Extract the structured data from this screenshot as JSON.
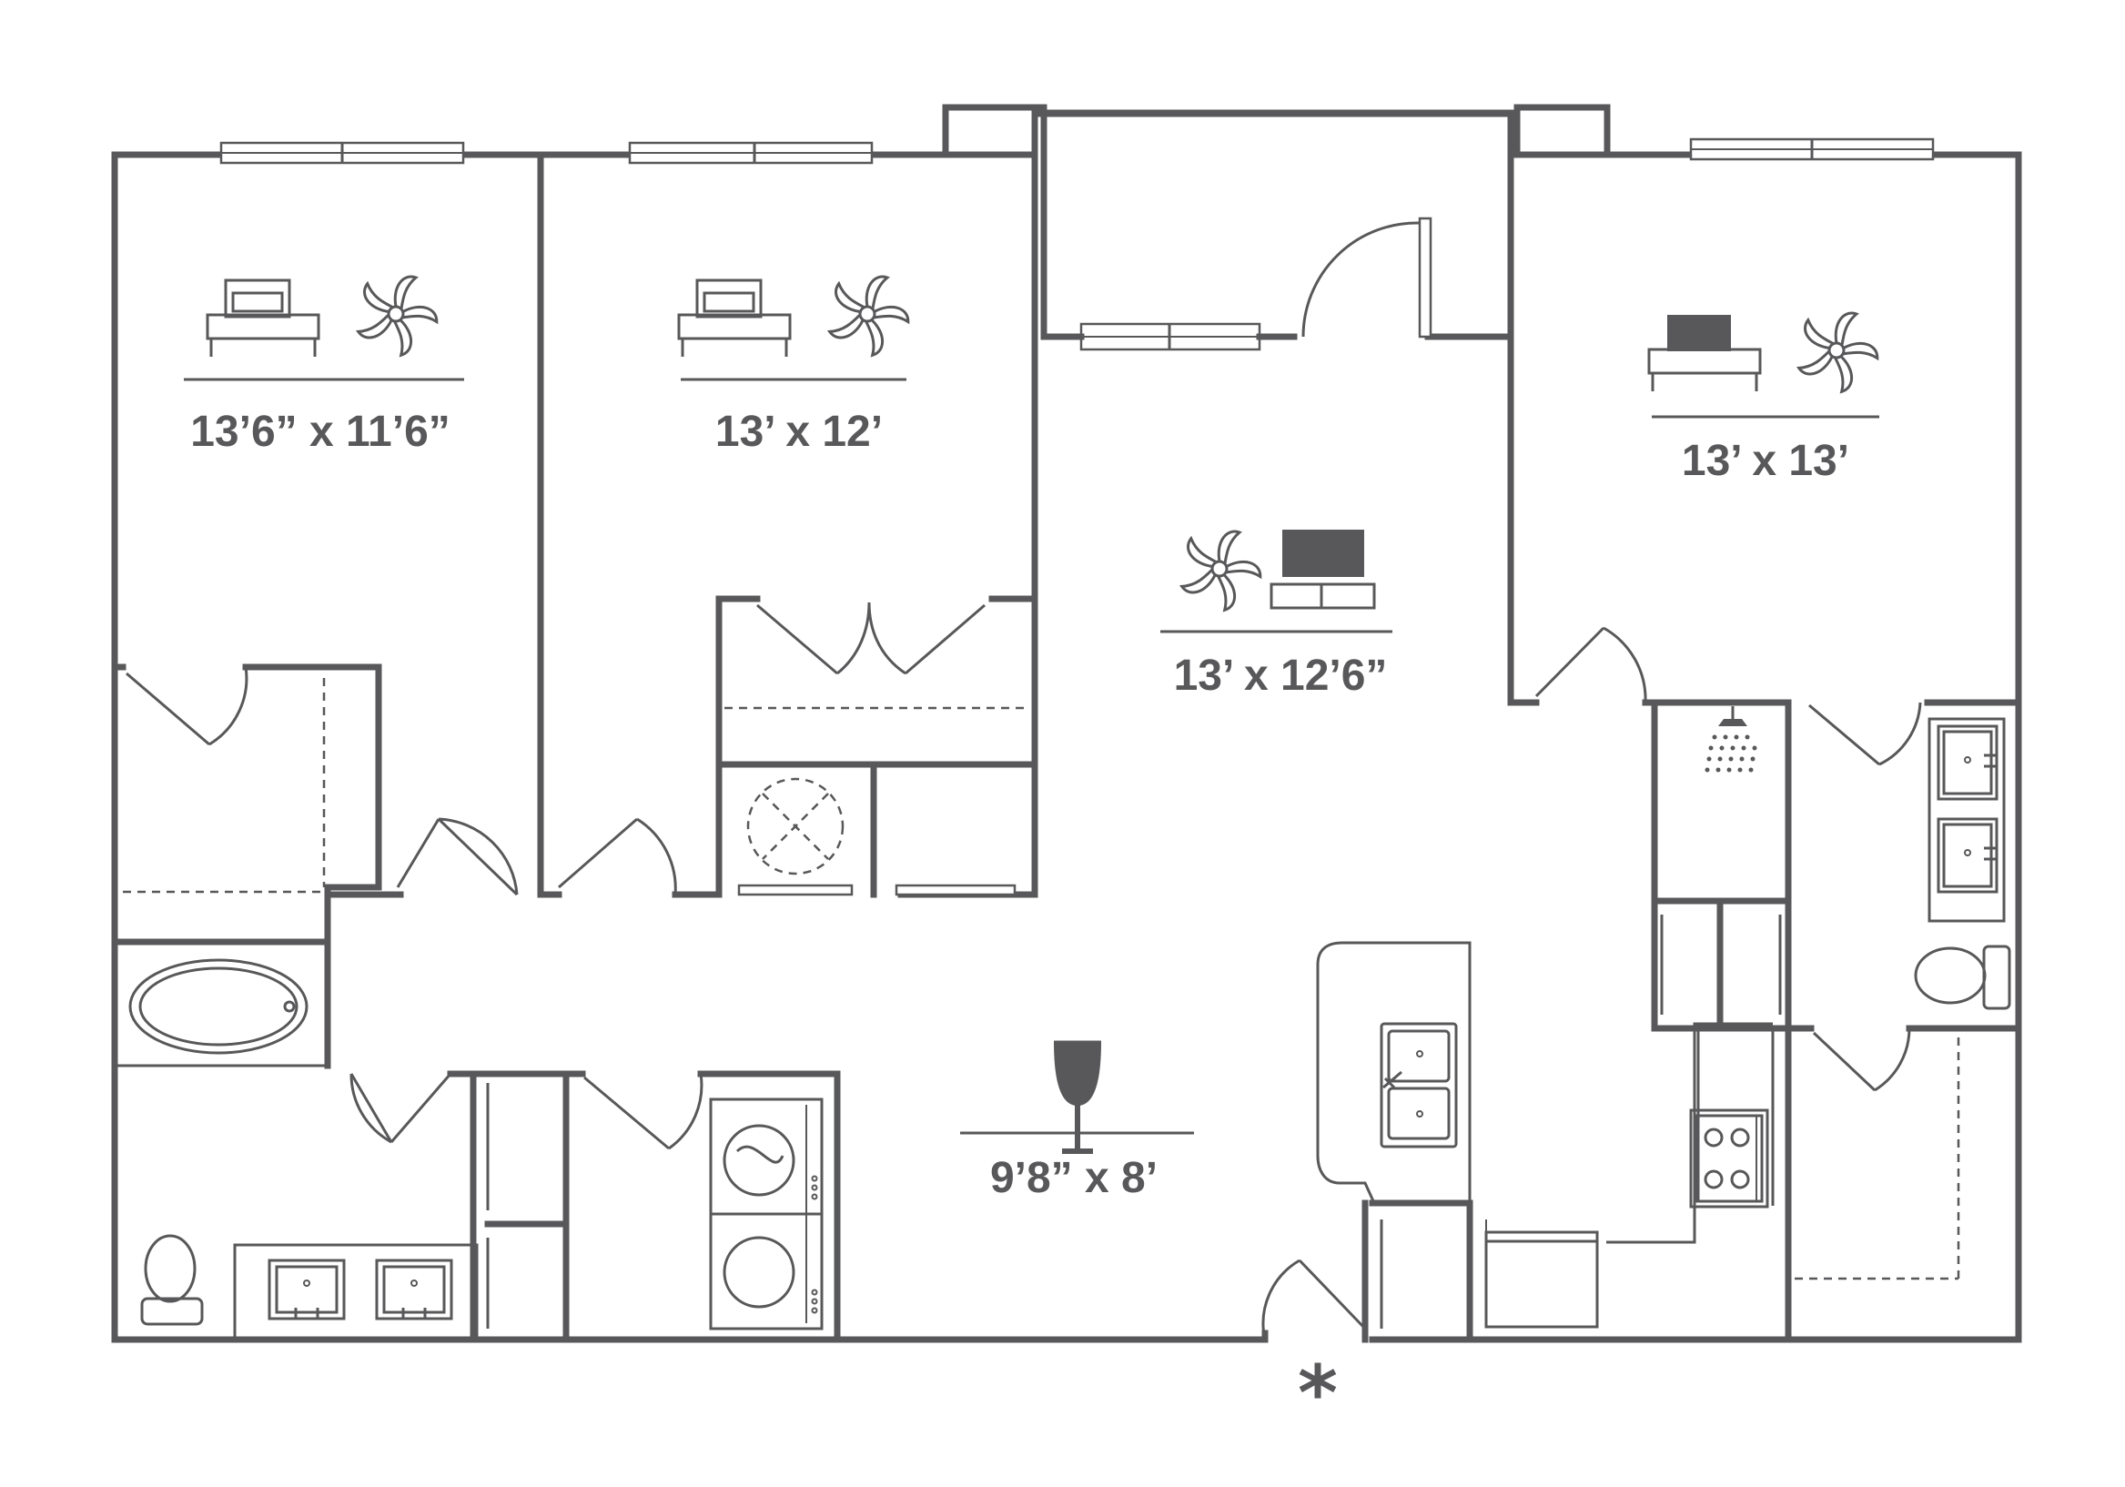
{
  "colors": {
    "wall": "#58585a",
    "background": "#ffffff"
  },
  "rooms": [
    {
      "id": "bedroom-1",
      "dimensions": "13’6” x 11’6”",
      "icons": [
        "bed-icon",
        "ceiling-fan-icon"
      ]
    },
    {
      "id": "bedroom-2",
      "dimensions": "13’ x 12’",
      "icons": [
        "bed-icon",
        "ceiling-fan-icon"
      ]
    },
    {
      "id": "living-room",
      "dimensions": "13’ x 12’6”",
      "icons": [
        "ceiling-fan-icon",
        "tv-icon"
      ]
    },
    {
      "id": "bedroom-3",
      "dimensions": "13’ x 13’",
      "icons": [
        "bed-icon",
        "ceiling-fan-icon"
      ]
    },
    {
      "id": "dining-area",
      "dimensions": "9’8” x 8’",
      "icons": [
        "wine-glass-icon"
      ]
    }
  ],
  "entry_marker": "*"
}
